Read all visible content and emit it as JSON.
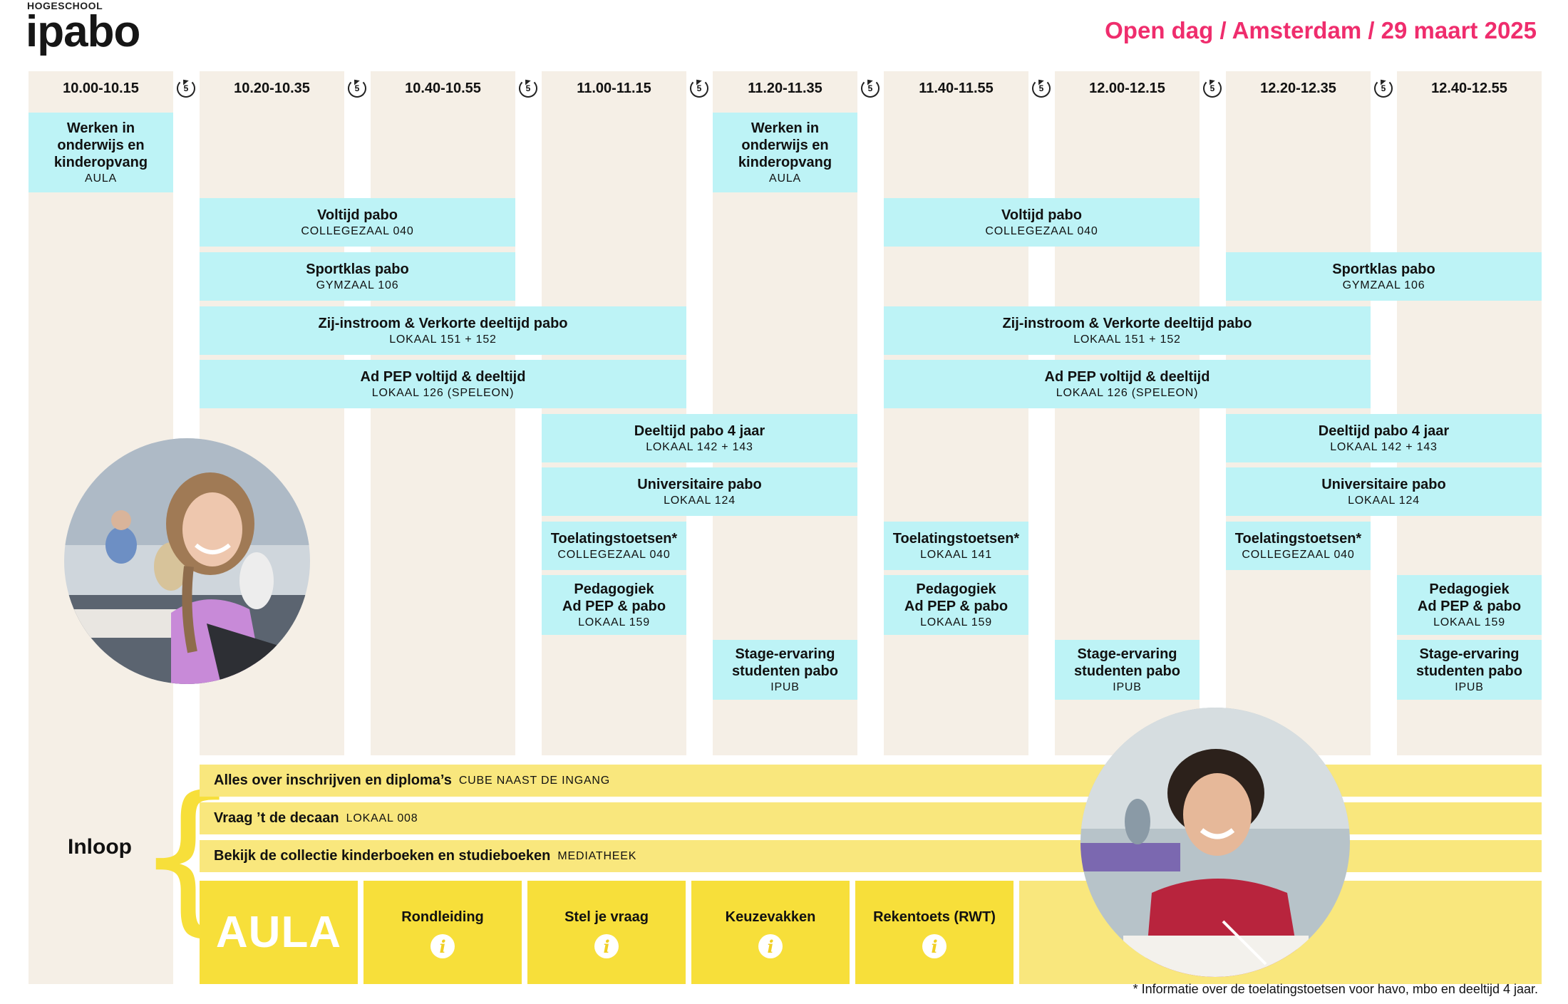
{
  "header": {
    "logo_small": "HOGESCHOOL",
    "logo_main": "ipabo",
    "title": "Open dag / Amsterdam / 29 maart 2025"
  },
  "break_label": "5",
  "times": [
    "10.00-10.15",
    "10.20-10.35",
    "10.40-10.55",
    "11.00-11.15",
    "11.20-11.35",
    "11.40-11.55",
    "12.00-12.15",
    "12.20-12.35",
    "12.40-12.55"
  ],
  "sessions": {
    "werken1": {
      "title_line1": "Werken in",
      "title_line2": "onderwijs en",
      "title_line3": "kinderopvang",
      "room": "AULA"
    },
    "werken2": {
      "title_line1": "Werken in",
      "title_line2": "onderwijs en",
      "title_line3": "kinderopvang",
      "room": "AULA"
    },
    "voltijd1": {
      "title": "Voltijd pabo",
      "room": "COLLEGEZAAL 040"
    },
    "voltijd2": {
      "title": "Voltijd pabo",
      "room": "COLLEGEZAAL 040"
    },
    "sportklas1": {
      "title": "Sportklas pabo",
      "room": "GYMZAAL 106"
    },
    "sportklas2": {
      "title": "Sportklas pabo",
      "room": "GYMZAAL 106"
    },
    "zij1": {
      "title": "Zij-instroom & Verkorte deeltijd pabo",
      "room": "LOKAAL 151 + 152"
    },
    "zij2": {
      "title": "Zij-instroom & Verkorte deeltijd pabo",
      "room": "LOKAAL 151 + 152"
    },
    "adpep1": {
      "title": "Ad PEP voltijd & deeltijd",
      "room": "LOKAAL 126 (SPELEON)"
    },
    "adpep2": {
      "title": "Ad PEP voltijd & deeltijd",
      "room": "LOKAAL 126 (SPELEON)"
    },
    "deeltijd1": {
      "title": "Deeltijd pabo 4 jaar",
      "room": "LOKAAL 142 + 143"
    },
    "deeltijd2": {
      "title": "Deeltijd pabo 4 jaar",
      "room": "LOKAAL 142 + 143"
    },
    "univ1": {
      "title": "Universitaire pabo",
      "room": "LOKAAL 124"
    },
    "univ2": {
      "title": "Universitaire pabo",
      "room": "LOKAAL 124"
    },
    "toel1": {
      "title": "Toelatingstoetsen*",
      "room": "COLLEGEZAAL 040"
    },
    "toel2": {
      "title": "Toelatingstoetsen*",
      "room": "LOKAAL 141"
    },
    "toel3": {
      "title": "Toelatingstoetsen*",
      "room": "COLLEGEZAAL 040"
    },
    "ped1": {
      "title_line1": "Pedagogiek",
      "title_line2": "Ad PEP & pabo",
      "room": "LOKAAL 159"
    },
    "ped2": {
      "title_line1": "Pedagogiek",
      "title_line2": "Ad PEP & pabo",
      "room": "LOKAAL 159"
    },
    "ped3": {
      "title_line1": "Pedagogiek",
      "title_line2": "Ad PEP & pabo",
      "room": "LOKAAL 159"
    },
    "stage1": {
      "title_line1": "Stage-ervaring",
      "title_line2": "studenten pabo",
      "room": "IPUB"
    },
    "stage2": {
      "title_line1": "Stage-ervaring",
      "title_line2": "studenten pabo",
      "room": "IPUB"
    },
    "stage3": {
      "title_line1": "Stage-ervaring",
      "title_line2": "studenten pabo",
      "room": "IPUB"
    }
  },
  "inloop": {
    "label": "Inloop",
    "bars": [
      {
        "title": "Alles over inschrijven en diploma’s",
        "room": "CUBE NAAST DE INGANG"
      },
      {
        "title": "Vraag ’t de decaan",
        "room": "LOKAAL 008"
      },
      {
        "title": "Bekijk de collectie kinderboeken en studieboeken",
        "room": "MEDIATHEEK"
      }
    ],
    "aula": "AULA",
    "boxes": [
      "Rondleiding",
      "Stel je vraag",
      "Keuzevakken",
      "Rekentoets (RWT)"
    ],
    "info_glyph": "i"
  },
  "footnote": "* Informatie over de toelatingstoetsen voor havo, mbo en deeltijd 4 jaar.",
  "colors": {
    "accent": "#ef2d6d",
    "column_bg": "#f5efe6",
    "session_bg": "#bdf3f6",
    "yellow": "#f7df3a",
    "yellow_light": "#f9e77d"
  }
}
